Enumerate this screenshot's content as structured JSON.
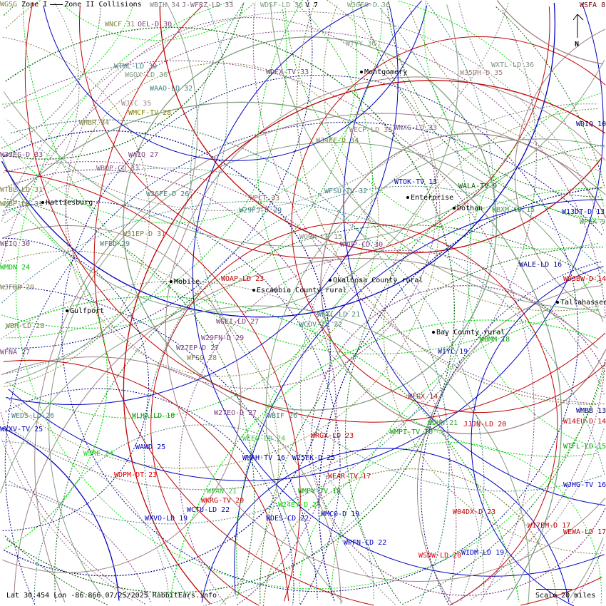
{
  "legend": {
    "zone1": "Zone I",
    "zone2": "Zone II",
    "collisions": "Collisions",
    "first_station": "WGSG"
  },
  "north_label": "N",
  "footer": {
    "coords": "Lat 30.454 Lon -86.866 07/25/2025 RabbitEars.info",
    "scale": "Scale 20 miles"
  },
  "cities": [
    "Montgomery",
    "Enterprise",
    "Dothan",
    "Hattiesburg",
    "Mobile",
    "Okaloosa County rural",
    "Escambia County rural",
    "Tallahassee",
    "Gulfport",
    "Bay County rural"
  ],
  "stations": [
    {
      "text": "WBIH 34",
      "color": "#808080"
    },
    {
      "text": "J-WFRZ-LD 33",
      "color": "#806080"
    },
    {
      "text": "WDSF-LD 36",
      "color": "#80a080"
    },
    {
      "text": "V 7",
      "color": "#000000"
    },
    {
      "text": "W36EO-D 36",
      "color": "#80a080"
    },
    {
      "text": "WSFA 8",
      "color": "#800000"
    },
    {
      "text": "WNCF 31",
      "color": "#808040"
    },
    {
      "text": "OEL-D 30",
      "color": "#804080"
    },
    {
      "text": "WTVY 36",
      "color": "#80a080"
    },
    {
      "text": "WXTL-LD 36",
      "color": "#809080"
    },
    {
      "text": "WTML-LD 30",
      "color": "#408080"
    },
    {
      "text": "WGOX-LD 36",
      "color": "#80a080"
    },
    {
      "text": "WDFX-TV 33",
      "color": "#804080"
    },
    {
      "text": "W35DH-D 35",
      "color": "#a08080"
    },
    {
      "text": "WAAO-LD 32",
      "color": "#408080"
    },
    {
      "text": "WJTC 35",
      "color": "#a08080"
    },
    {
      "text": "WMCF-TV 28",
      "color": "#808000"
    },
    {
      "text": "WHBR 34",
      "color": "#808040"
    },
    {
      "text": "WECP-LD 35",
      "color": "#a08080"
    },
    {
      "text": "WNXG-LD 33",
      "color": "#806080"
    },
    {
      "text": "WDIQ 10",
      "color": "#000080"
    },
    {
      "text": "W34FF-D 34",
      "color": "#808040"
    },
    {
      "text": "W33EG-D 33",
      "color": "#804080"
    },
    {
      "text": "WAIQ 27",
      "color": "#804080"
    },
    {
      "text": "WBQP-CD 33",
      "color": "#806080"
    },
    {
      "text": "WTOK-TV 13",
      "color": "#0000c0"
    },
    {
      "text": "WALA-TV 9",
      "color": "#006000"
    },
    {
      "text": "WTBL-LD 31",
      "color": "#808040"
    },
    {
      "text": "WFSU-TV 32",
      "color": "#408080"
    },
    {
      "text": "W26FE-D 26",
      "color": "#408080"
    },
    {
      "text": "WPCT 33",
      "color": "#a06060"
    },
    {
      "text": "WMBP-LD 31",
      "color": "#808040"
    },
    {
      "text": "W29FJ-D 29",
      "color": "#408080"
    },
    {
      "text": "WBXM-CD 15",
      "color": "#40a040"
    },
    {
      "text": "W13DT-D 13",
      "color": "#0000c0"
    },
    {
      "text": "WPGX 9",
      "color": "#40a040"
    },
    {
      "text": "WFBD 29",
      "color": "#408080"
    },
    {
      "text": "W31EP-D 31",
      "color": "#808040"
    },
    {
      "text": "WOOK-LD 15",
      "color": "#809080"
    },
    {
      "text": "WVUP-CD 30",
      "color": "#804080"
    },
    {
      "text": "WEIQ 30",
      "color": "#804080"
    },
    {
      "text": "WALE-LD 16",
      "color": "#000080"
    },
    {
      "text": "WMDN 24",
      "color": "#00c000"
    },
    {
      "text": "WOAP-LD 23",
      "color": "#c00000"
    },
    {
      "text": "W03BW-D 14",
      "color": "#c00000"
    },
    {
      "text": "WJFBD 29",
      "color": "#808040"
    },
    {
      "text": "WGEI-LD 27",
      "color": "#804080"
    },
    {
      "text": "WCOV-TV 22",
      "color": "#408080"
    },
    {
      "text": "WFTL-LD 21",
      "color": "#408080"
    },
    {
      "text": "WBH-LD 28",
      "color": "#808040"
    },
    {
      "text": "W29FN-D 29",
      "color": "#804080"
    },
    {
      "text": "WBMM 18",
      "color": "#00a000"
    },
    {
      "text": "WFNA 27",
      "color": "#804080"
    },
    {
      "text": "W27EP-D 27",
      "color": "#804080"
    },
    {
      "text": "WFSG 28",
      "color": "#808040"
    },
    {
      "text": "WIYC 19",
      "color": "#0000c0"
    },
    {
      "text": "WFGX 14",
      "color": "#a02020"
    },
    {
      "text": "WMBB 13",
      "color": "#000080"
    },
    {
      "text": "WEDS-LD 26",
      "color": "#408080"
    },
    {
      "text": "WLHA-LD 18",
      "color": "#00a000"
    },
    {
      "text": "W27EO-D 27",
      "color": "#804080"
    },
    {
      "text": "WBIF 26",
      "color": "#408080"
    },
    {
      "text": "WDHN 21",
      "color": "#40a040"
    },
    {
      "text": "JJJN-LD 20",
      "color": "#c00000"
    },
    {
      "text": "W14EU-D 14",
      "color": "#c00000"
    },
    {
      "text": "WXXV-TV 25",
      "color": "#0000c0"
    },
    {
      "text": "WRGX-LD 23",
      "color": "#c00000"
    },
    {
      "text": "WMPI-TV 10",
      "color": "#00a000"
    },
    {
      "text": "WEEO-LD 24",
      "color": "#40c040"
    },
    {
      "text": "WAWD 25",
      "color": "#0000c0"
    },
    {
      "text": "WTFL-LD 15",
      "color": "#00a000"
    },
    {
      "text": "WSRE 24",
      "color": "#00e000"
    },
    {
      "text": "WMAH-TV 16",
      "color": "#0000c0"
    },
    {
      "text": "W25FK-D 25",
      "color": "#0000c0"
    },
    {
      "text": "WDPM-DT 23",
      "color": "#e00000"
    },
    {
      "text": "WEAR-TV 17",
      "color": "#c00000"
    },
    {
      "text": "WJHG-TV 16",
      "color": "#0000c0"
    },
    {
      "text": "WPAN 21",
      "color": "#40c040"
    },
    {
      "text": "WMPV-TV 18",
      "color": "#00a000"
    },
    {
      "text": "WKRG-TV 20",
      "color": "#c00000"
    },
    {
      "text": "W24EY-D 24",
      "color": "#00e000"
    },
    {
      "text": "WCTU-LD 22",
      "color": "#0000c0"
    },
    {
      "text": "W04DX-D 23",
      "color": "#c00000"
    },
    {
      "text": "WXVO-LD 19",
      "color": "#0000c0"
    },
    {
      "text": "WDES-CD 22",
      "color": "#0000c0"
    },
    {
      "text": "WMCO-D 19",
      "color": "#0000c0"
    },
    {
      "text": "W17EM-D 17",
      "color": "#c00000"
    },
    {
      "text": "WEWA-LD 17",
      "color": "#c00000"
    },
    {
      "text": "WPFN-CD 22",
      "color": "#0000c0"
    },
    {
      "text": "WSDW-LD 20",
      "color": "#e00000"
    },
    {
      "text": "WIDM-LD 19",
      "color": "#0000c0"
    }
  ]
}
